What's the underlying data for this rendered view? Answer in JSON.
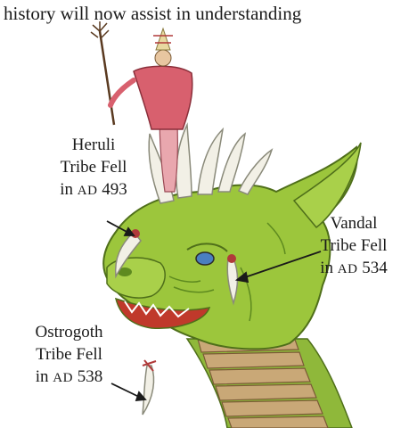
{
  "header_text": "history will now assist in understanding",
  "labels": {
    "heruli": {
      "line1": "Heruli",
      "line2": "Tribe Fell",
      "line3_prefix": "in ",
      "era": "AD",
      "year": " 493"
    },
    "vandal": {
      "line1": "Vandal",
      "line2": "Tribe Fell",
      "line3_prefix": "in ",
      "era": "AD",
      "year": " 534"
    },
    "ostrogoth": {
      "line1": "Ostrogoth",
      "line2": "Tribe Fell",
      "line3_prefix": "in ",
      "era": "AD",
      "year": " 538"
    }
  },
  "colors": {
    "dragon_green": "#9cc63c",
    "dragon_dark": "#5e8a1f",
    "horn": "#f2f0e6",
    "pope_robe": "#d8606e",
    "pope_mitre": "#e8d9a0"
  }
}
